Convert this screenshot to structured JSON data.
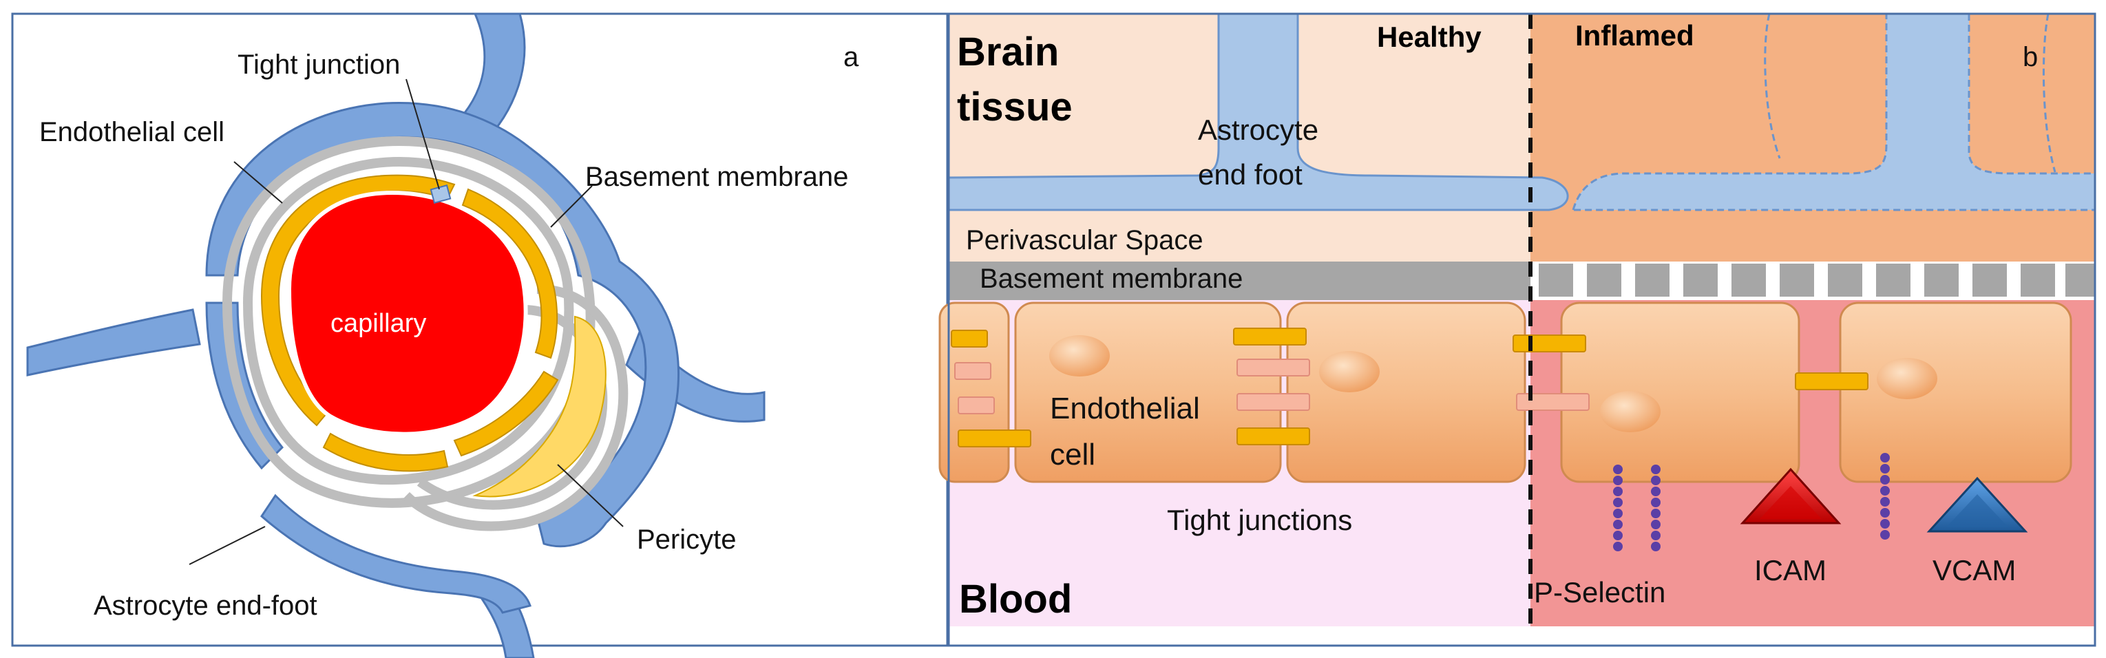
{
  "panel_a": {
    "letter": "a",
    "labels": {
      "tight_junction": "Tight junction",
      "endothelial_cell": "Endothelial cell",
      "basement_membrane": "Basement membrane",
      "capillary": "capillary",
      "pericyte": "Pericyte",
      "astrocyte_end_foot": "Astrocyte end-foot"
    }
  },
  "panel_b": {
    "letter": "b",
    "healthy": "Healthy",
    "inflamed": "Inflamed",
    "brain_line1": "Brain",
    "brain_line2": "tissue",
    "astro_line1": "Astrocyte",
    "astro_line2": "end foot",
    "perivascular": "Perivascular Space",
    "basement": "Basement membrane",
    "endo_line1": "Endothelial",
    "endo_line2": "cell",
    "tight_junctions": "Tight junctions",
    "blood": "Blood",
    "p_selectin": "P-Selectin",
    "icam": "ICAM",
    "vcam": "VCAM"
  },
  "colors": {
    "astrocyte": "#7ba4dc",
    "astrocyte_light": "#a9c6e8",
    "basement_gray": "#bdbdbd",
    "endothelial_orange": "#f5b400",
    "capillary_red": "#ff0000",
    "pericyte_yellow": "#ffd966",
    "brain_healthy": "#fbe3d2",
    "brain_inflamed": "#f4b183",
    "cell_peach": "#f8c497",
    "blood_healthy": "#fbe4f7",
    "blood_inflamed": "#f29595",
    "icam_red": "#e81a1a",
    "vcam_blue": "#2e75b6",
    "selectin_purple": "#5b3fa6"
  }
}
